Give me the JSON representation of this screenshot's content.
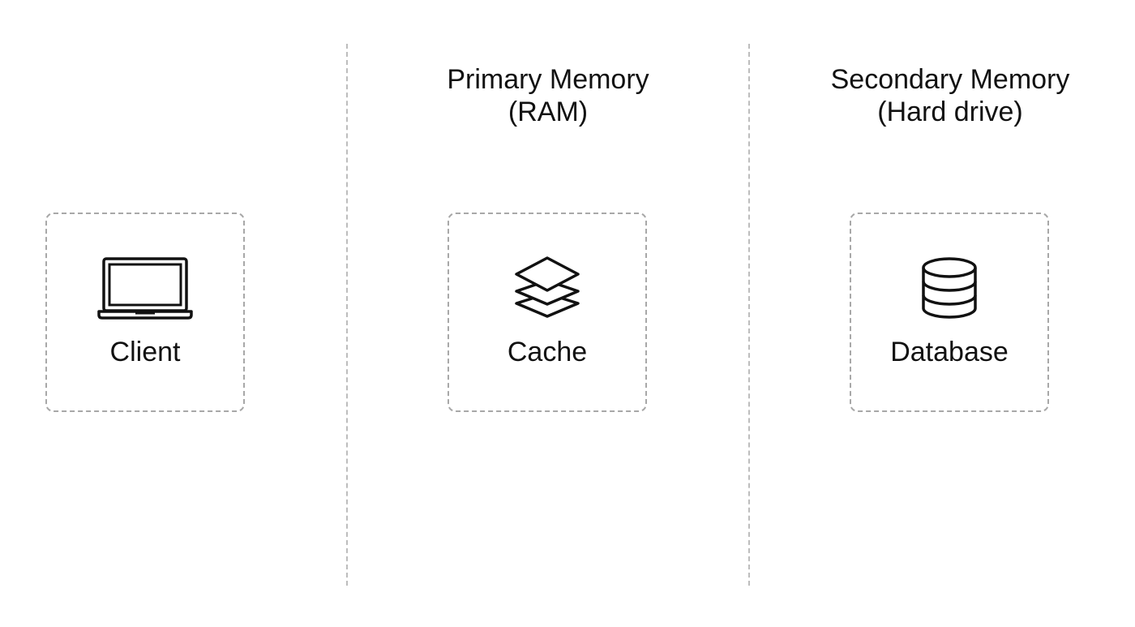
{
  "columns": [
    {
      "heading": {
        "line1": "",
        "line2": ""
      },
      "node": {
        "label": "Client",
        "icon": "laptop-icon"
      }
    },
    {
      "heading": {
        "line1": "Primary Memory",
        "line2": "(RAM)"
      },
      "node": {
        "label": "Cache",
        "icon": "layers-icon"
      }
    },
    {
      "heading": {
        "line1": "Secondary Memory",
        "line2": "(Hard drive)"
      },
      "node": {
        "label": "Database",
        "icon": "database-icon"
      }
    }
  ],
  "colors": {
    "text": "#111111",
    "divider": "#bdbdbd",
    "node_border": "#a8a8a8",
    "background": "#ffffff"
  }
}
